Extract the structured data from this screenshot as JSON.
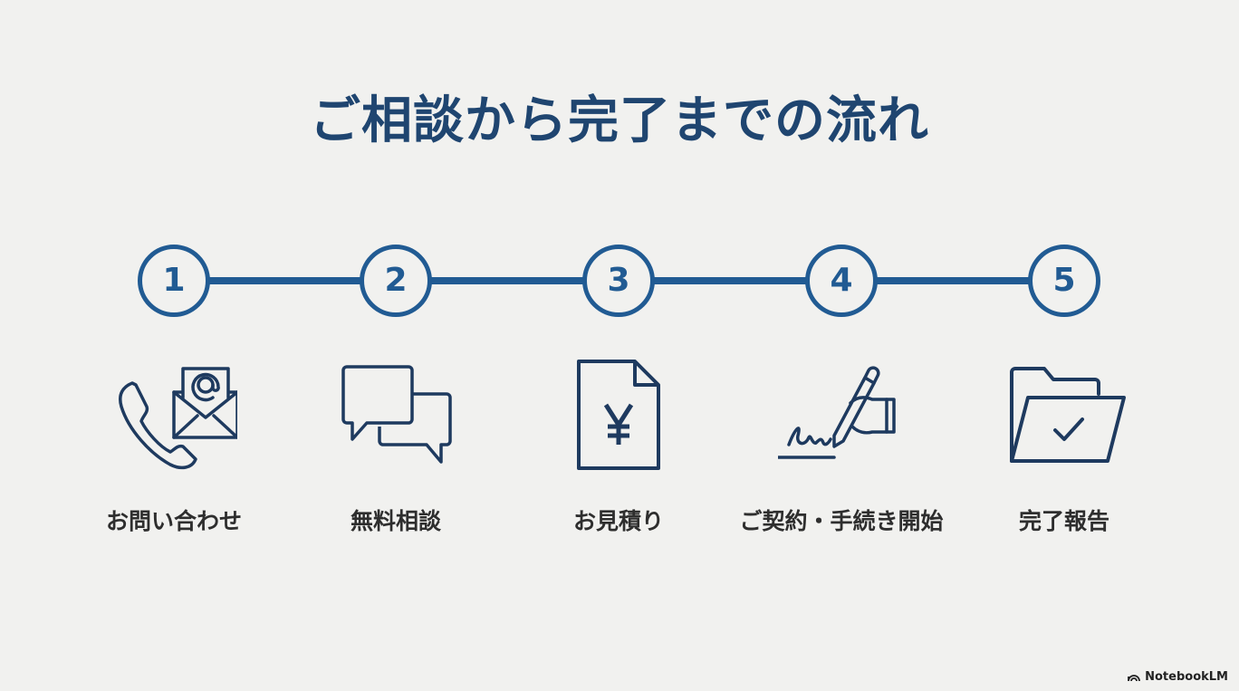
{
  "title": "ご相談から完了までの流れ",
  "steps": [
    {
      "number": "1",
      "label": "お問い合わせ",
      "icon": "phone-mail-icon"
    },
    {
      "number": "2",
      "label": "無料相談",
      "icon": "chat-bubbles-icon"
    },
    {
      "number": "3",
      "label": "お見積り",
      "icon": "yen-document-icon"
    },
    {
      "number": "4",
      "label": "ご契約・手続き開始",
      "icon": "signature-icon"
    },
    {
      "number": "5",
      "label": "完了報告",
      "icon": "folder-check-icon"
    }
  ],
  "brand": "NotebookLM",
  "colors": {
    "accent": "#215b93",
    "title": "#1f4570",
    "icon": "#1e3a5f",
    "background": "#f1f1ef"
  }
}
